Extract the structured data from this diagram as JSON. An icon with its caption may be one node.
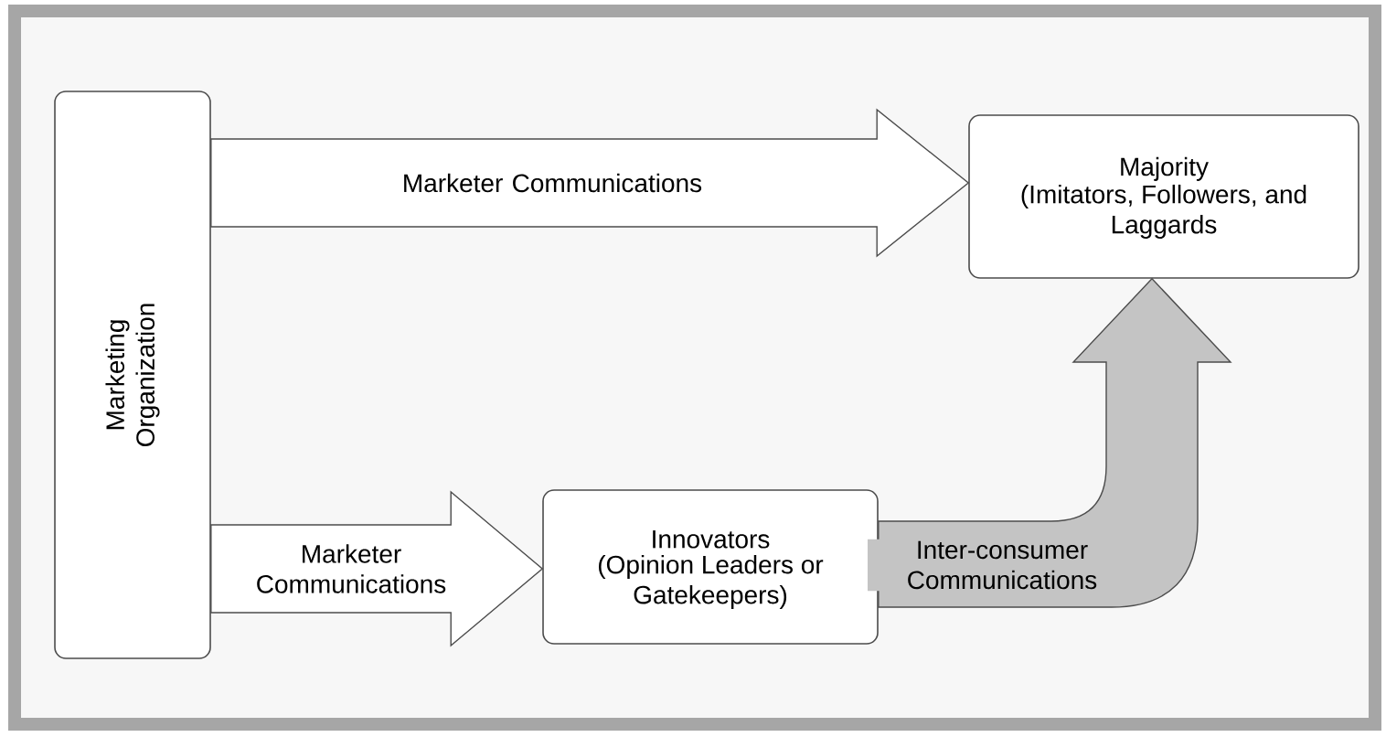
{
  "diagram": {
    "nodes": [
      {
        "text": [
          "Marketing Organization"
        ]
      },
      {
        "text": [
          "Majority",
          "(Imitators, Followers, and Laggards"
        ]
      },
      {
        "text": [
          "Innovators",
          "(Opinion Leaders or Gatekeepers)"
        ]
      }
    ],
    "edges": [
      {
        "from": 0,
        "to": 1,
        "arrow": "to",
        "label": "Marketer Communications"
      },
      {
        "from": 0,
        "to": 2,
        "arrow": "to",
        "label": "Marketer Communications"
      },
      {
        "from": 2,
        "to": 1,
        "arrow": "to",
        "label": "Inter-consumer Communications",
        "color": "#c4c4c4"
      }
    ]
  }
}
